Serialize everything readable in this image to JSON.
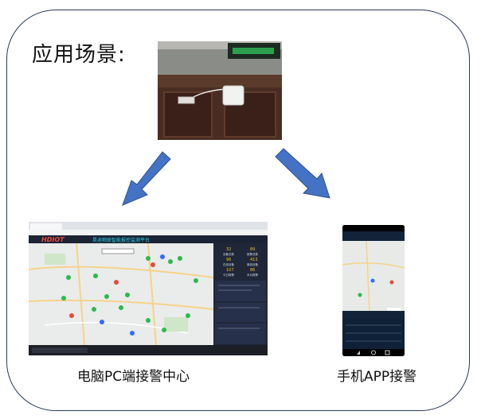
{
  "slide": {
    "title": "应用场景:",
    "pc_caption": "电脑PC端接警中心",
    "app_caption": "手机APP接警"
  },
  "pc_screen": {
    "brand": "HDIOT",
    "header": "昊迪物联智能报控监测平台",
    "stats": [
      {
        "value": "32",
        "label": "设备总数"
      },
      {
        "value": "89",
        "label": "报警总数"
      },
      {
        "value": "96",
        "label": "在线设备"
      },
      {
        "value": "413",
        "label": "离线设备"
      },
      {
        "value": "107",
        "label": "今日报警"
      },
      {
        "value": "86",
        "label": "本月报警"
      }
    ]
  },
  "colors": {
    "frame": "#2b3a55",
    "arrow_fill": "#4472c4",
    "arrow_stroke": "#2f528f",
    "dashboard_bg": "#1b2335",
    "header_cyan": "#29d3e8",
    "stat_yellow": "#f0c419",
    "pin_green": "#2eb84b",
    "pin_red": "#e24b3b",
    "pin_blue": "#2f6bff"
  }
}
